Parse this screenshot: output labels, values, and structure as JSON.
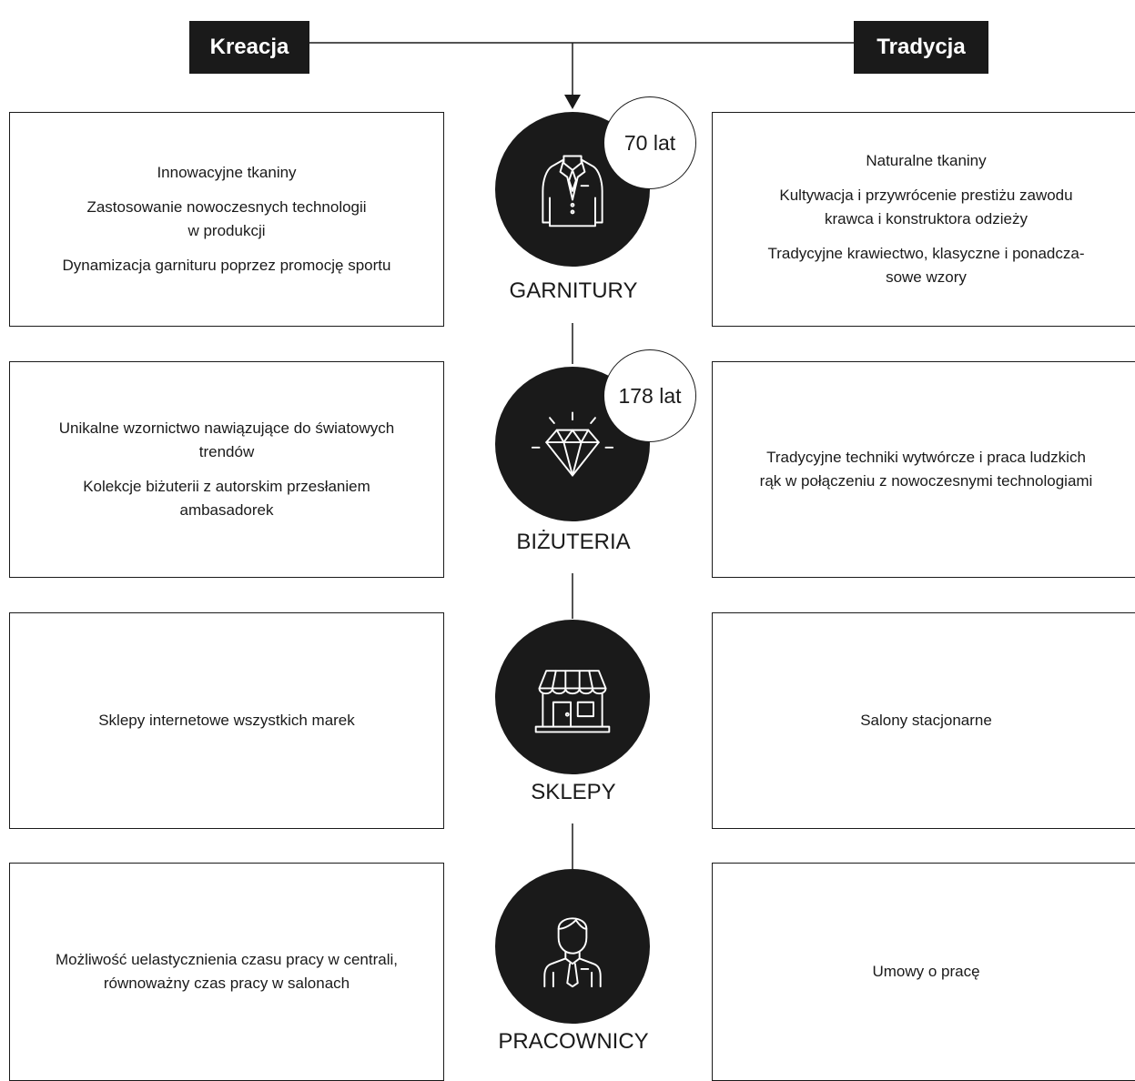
{
  "header": {
    "left": "Kreacja",
    "right": "Tradycja"
  },
  "rows": [
    {
      "category": "GARNITURY",
      "icon": "suit-jacket-icon",
      "badge": "70 lat",
      "left": [
        "Innowacyjne tkaniny",
        "Zastosowanie nowoczesnych technologii\nw produkcji",
        "Dynamizacja garnituru poprzez promocję sportu"
      ],
      "right": [
        "Naturalne tkaniny",
        "Kultywacja i przywrócenie prestiżu zawodu\nkrawca i konstruktora odzieży",
        "Tradycyjne krawiectwo, klasyczne i ponadcza-\nsowe wzory"
      ]
    },
    {
      "category": "BIŻUTERIA",
      "icon": "diamond-icon",
      "badge": "178 lat",
      "left": [
        "Unikalne wzornictwo nawiązujące do światowych\ntrendów",
        "Kolekcje biżuterii z autorskim przesłaniem\nambasadorek"
      ],
      "right": [
        "Tradycyjne techniki wytwórcze i praca ludzkich\nrąk w połączeniu z nowoczesnymi technologiami"
      ]
    },
    {
      "category": "SKLEPY",
      "icon": "storefront-icon",
      "left": [
        "Sklepy internetowe wszystkich marek"
      ],
      "right": [
        "Salony stacjonarne"
      ]
    },
    {
      "category": "PRACOWNICY",
      "icon": "employee-icon",
      "left": [
        "Możliwość uelastycznienia czasu pracy w centrali,\nrównoważny czas pracy w salonach"
      ],
      "right": [
        "Umowy o pracę"
      ]
    }
  ]
}
